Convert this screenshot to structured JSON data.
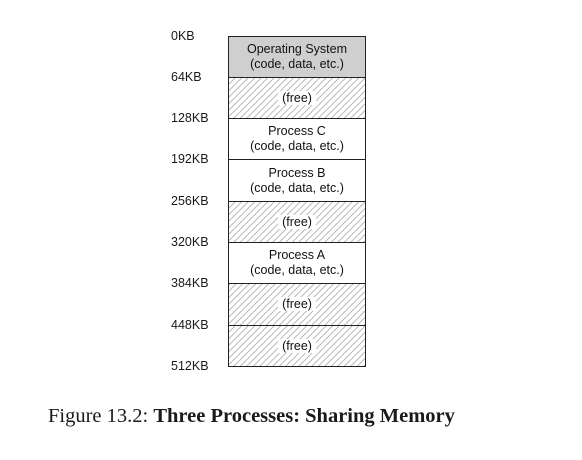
{
  "addresses": [
    "0KB",
    "64KB",
    "128KB",
    "192KB",
    "256KB",
    "320KB",
    "384KB",
    "448KB",
    "512KB"
  ],
  "segments": [
    {
      "kind": "os",
      "label": "Operating System\n(code, data, etc.)"
    },
    {
      "kind": "free",
      "label": "(free)"
    },
    {
      "kind": "proc",
      "label": "Process C\n(code, data, etc.)"
    },
    {
      "kind": "proc",
      "label": "Process B\n(code, data, etc.)"
    },
    {
      "kind": "free",
      "label": "(free)"
    },
    {
      "kind": "proc",
      "label": "Process A\n(code, data, etc.)"
    },
    {
      "kind": "free",
      "label": "(free)"
    },
    {
      "kind": "free",
      "label": "(free)"
    }
  ],
  "caption": {
    "prefix": "Figure 13.2: ",
    "title": "Three Processes: Sharing Memory"
  },
  "colors": {
    "os_fill": "#cfcfcf",
    "hatch": "#bdbdbd",
    "border": "#222222"
  }
}
